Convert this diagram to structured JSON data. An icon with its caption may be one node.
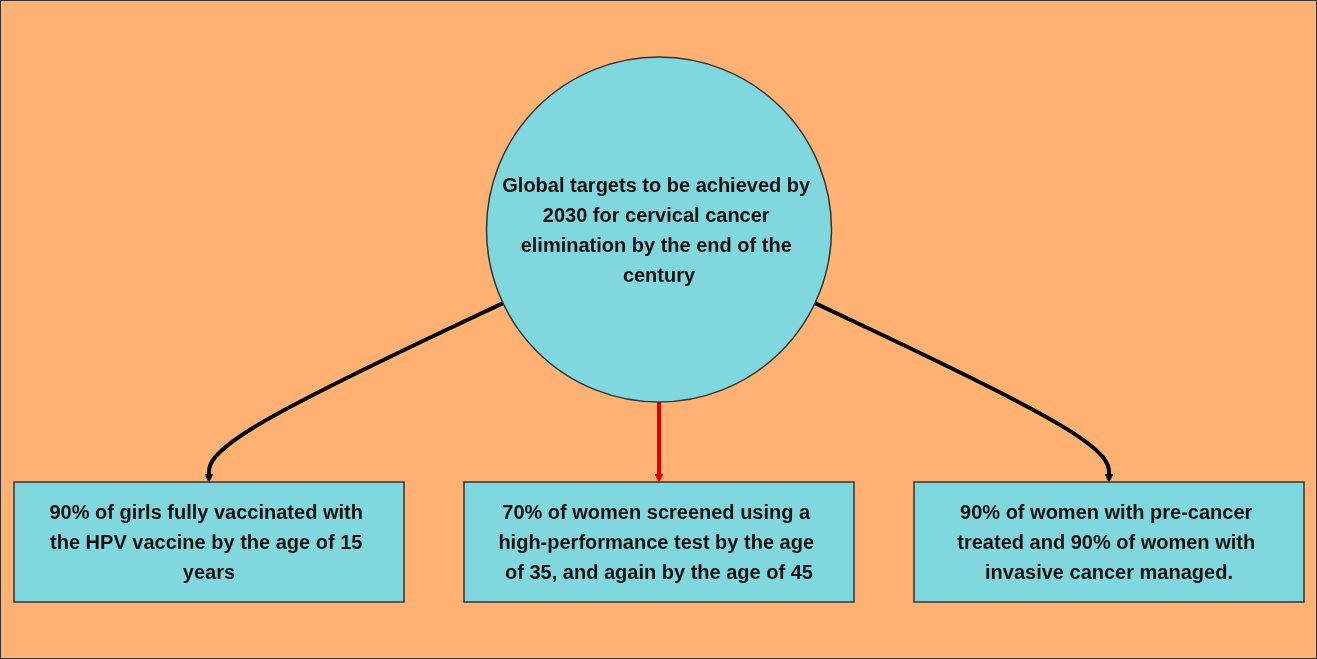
{
  "diagram": {
    "nodes": [
      {
        "text": [
          "Global targets to be achieved by 2030 for cervical cancer elimination by the end of the century"
        ]
      },
      {
        "text": [
          "90% of girls fully vaccinated with the HPV vaccine by the age of 15 years"
        ]
      },
      {
        "text": [
          "70% of women screened using a high-performance test by the age of 35, and again by the age of 45"
        ]
      },
      {
        "text": [
          "90% of women with pre-cancer treated and 90% of women with invasive cancer managed."
        ]
      }
    ],
    "edges": [
      {
        "from": 0,
        "to": 1,
        "arrow": "to"
      },
      {
        "from": 0,
        "to": 2,
        "arrow": "to",
        "color": "#dd0000"
      },
      {
        "from": 0,
        "to": 3,
        "arrow": "to"
      }
    ]
  }
}
